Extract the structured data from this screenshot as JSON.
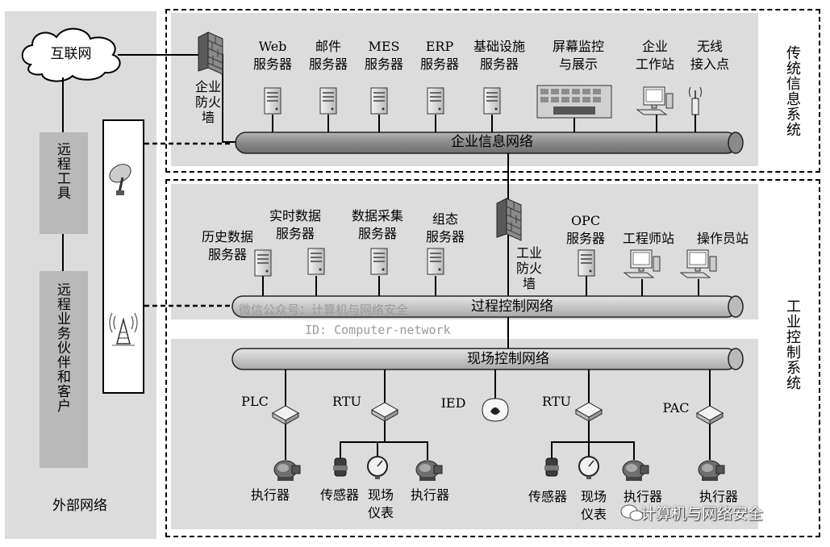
{
  "external": {
    "internet": "互联网",
    "remote_tools": "远程工具",
    "remote_partners": "远程业务伙伴和客户",
    "section_label": "外部网络"
  },
  "traditional": {
    "section_label": "传统信息系统",
    "firewall": "企业防火墙",
    "network": "企业信息网络",
    "nodes": [
      {
        "line1": "Web",
        "line2": "服务器"
      },
      {
        "line1": "邮件",
        "line2": "服务器"
      },
      {
        "line1": "MES",
        "line2": "服务器"
      },
      {
        "line1": "ERP",
        "line2": "服务器"
      },
      {
        "line1": "基础设施",
        "line2": "服务器"
      },
      {
        "line1": "屏幕监控",
        "line2": "与展示"
      },
      {
        "line1": "企业",
        "line2": "工作站"
      },
      {
        "line1": "无线",
        "line2": "接入点"
      }
    ]
  },
  "industrial": {
    "section_label": "工业控制系统",
    "process_network": "过程控制网络",
    "field_network": "现场控制网络",
    "firewall": "工业防火墙",
    "process_nodes": [
      {
        "line1": "历史数据",
        "line2": "服务器"
      },
      {
        "line1": "实时数据",
        "line2": "服务器"
      },
      {
        "line1": "数据采集",
        "line2": "服务器"
      },
      {
        "line1": "组态",
        "line2": "服务器"
      },
      {
        "line1": "OPC",
        "line2": "服务器"
      },
      {
        "line1": "工程师站",
        "line2": ""
      },
      {
        "line1": "操作员站",
        "line2": ""
      }
    ],
    "controllers": [
      "PLC",
      "RTU",
      "IED",
      "RTU",
      "PAC"
    ],
    "field_devices": {
      "actuator": "执行器",
      "sensor": "传感器",
      "instrument_line1": "现场",
      "instrument_line2": "仪表"
    }
  },
  "watermark": {
    "line1": "微信公众号：计算机与网络安全",
    "line2": "ID: Computer-network",
    "brand": "计算机与网络安全"
  }
}
